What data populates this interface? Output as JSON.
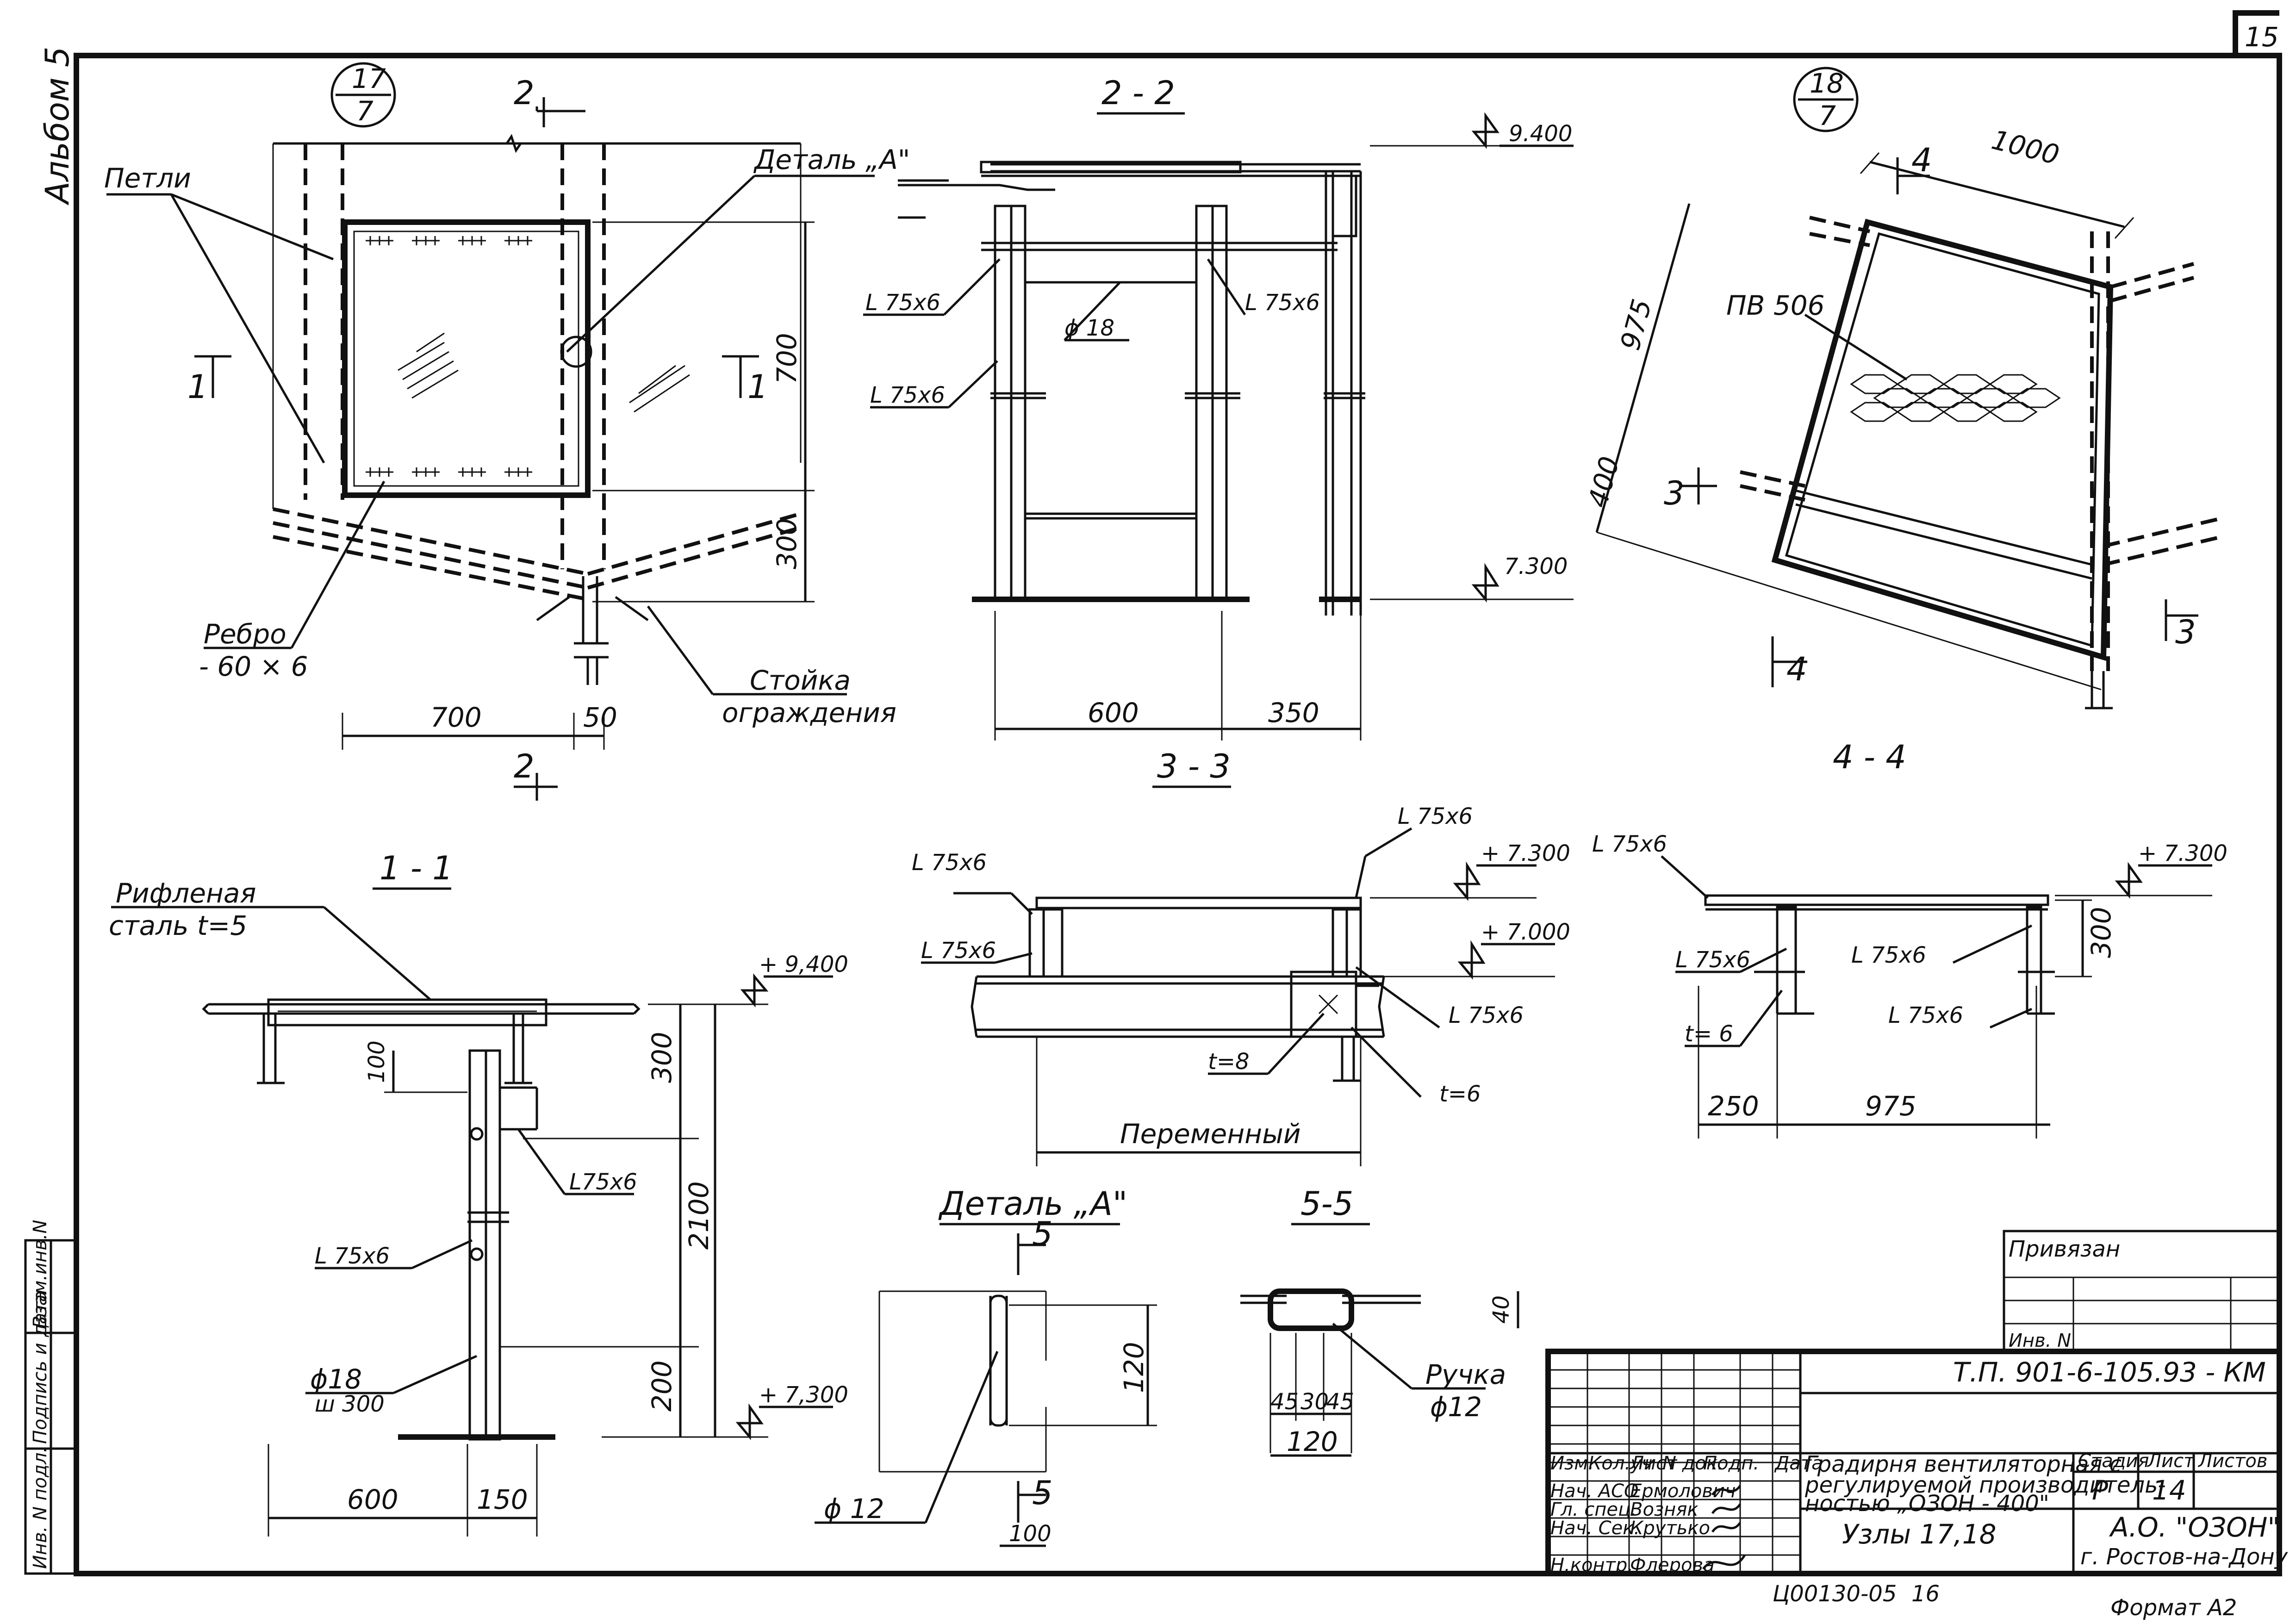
{
  "sheet": {
    "album": "Альбом 5",
    "sheet_number": "15",
    "format": "Формат А2",
    "footer_code": "Ц00130-05",
    "footer_number": "16"
  },
  "node17": {
    "callout_top": "17",
    "callout_bottom": "7",
    "labels": {
      "loops": "Петли",
      "detail_a": "Деталь „А\"",
      "rib": "Ребро",
      "rib_size": "- 60 × 6",
      "post_line1": "Стойка",
      "post_line2": "ограждения",
      "sec1": "1",
      "sec2": "2"
    },
    "dims": {
      "d700v": "700",
      "d300": "300",
      "d700h": "700",
      "d50": "50"
    }
  },
  "sec22": {
    "title": "2 - 2",
    "labels": {
      "a1": "L 75x6",
      "a2": "L 75x6",
      "a3": "L 75x6",
      "rod": "ϕ 18"
    },
    "dims": {
      "el_top": "9.400",
      "el_bot": "7.300",
      "d600": "600",
      "d350": "350"
    }
  },
  "node18": {
    "callout_top": "18",
    "callout_bottom": "7",
    "labels": {
      "grating": "ПВ 506",
      "sec4": "4",
      "sec3": "3",
      "title44": "4 - 4"
    },
    "dims": {
      "d1000": "1000",
      "d975": "975",
      "d400": "400"
    }
  },
  "sec33": {
    "title": "3 - 3",
    "labels": {
      "a1": "L 75x6",
      "a2": "L 75x6",
      "a3": "L 75x6",
      "a4": "L 75x6",
      "t8": "t=8",
      "t6": "t=6",
      "variable": "Переменный"
    },
    "dims": {
      "el1": "+ 7.300",
      "el2": "+ 7.000"
    }
  },
  "sec44": {
    "labels": {
      "a1": "L 75x6",
      "a2": "L 75x6",
      "a3": "L 75x6",
      "a4": "L 75x6",
      "t6": "t= 6"
    },
    "dims": {
      "el": "+ 7.300",
      "d300": "300",
      "d250": "250",
      "d975": "975"
    }
  },
  "sec11": {
    "title": "1 - 1",
    "labels": {
      "plate1": "Рифленая",
      "plate2": "сталь t=5",
      "a1": "L75x6",
      "a2": "L 75x6",
      "rod": "ϕ18",
      "rod_step": "ш 300"
    },
    "dims": {
      "el_top": "+ 9,400",
      "el_bot": "+ 7,300",
      "d100": "100",
      "d300": "300",
      "d2100": "2100",
      "d200": "200",
      "d600": "600",
      "d150": "150"
    }
  },
  "detailA": {
    "title": "Деталь „А\"",
    "sec": "5",
    "labels": {
      "rod": "ϕ 12"
    },
    "dims": {
      "d120": "120",
      "d100": "100"
    }
  },
  "sec55": {
    "title": "5-5",
    "labels": {
      "handle": "Ручка",
      "handle_d": "ϕ12"
    },
    "dims": {
      "d40": "40",
      "d45a": "45",
      "d30": "30",
      "d45b": "45",
      "d120": "120"
    }
  },
  "stamp": {
    "linked": "Привязан",
    "inv": "Инв. N",
    "code": "Т.П. 901-6-105.93 - КМ",
    "headers": [
      "Изм.",
      "Кол.уч",
      "Лист",
      "N док.",
      "Подп.",
      "Дата"
    ],
    "roles": [
      "Нач. АСО",
      "Гл. спец.",
      "Нач. Сек.",
      "Н.контр."
    ],
    "names": [
      "Ермолович",
      "Возняк",
      "Крутько",
      "Флерова"
    ],
    "title_l1": "Градирня вентиляторная с",
    "title_l2": "регулируемой производитель-",
    "title_l3": "ностью „ОЗОН - 400\"",
    "nodes": "Узлы 17,18",
    "stage_h": "Стадия",
    "sheet_h": "Лист",
    "sheets_h": "Листов",
    "stage": "Р",
    "sheet": "14",
    "org_l1": "А.О. \"ОЗОН\"",
    "org_l2": "г. Ростов-на-Дону"
  },
  "sidebar": [
    "Инв. N подл.",
    "Подпись и дата",
    "Взам.инв.N"
  ]
}
